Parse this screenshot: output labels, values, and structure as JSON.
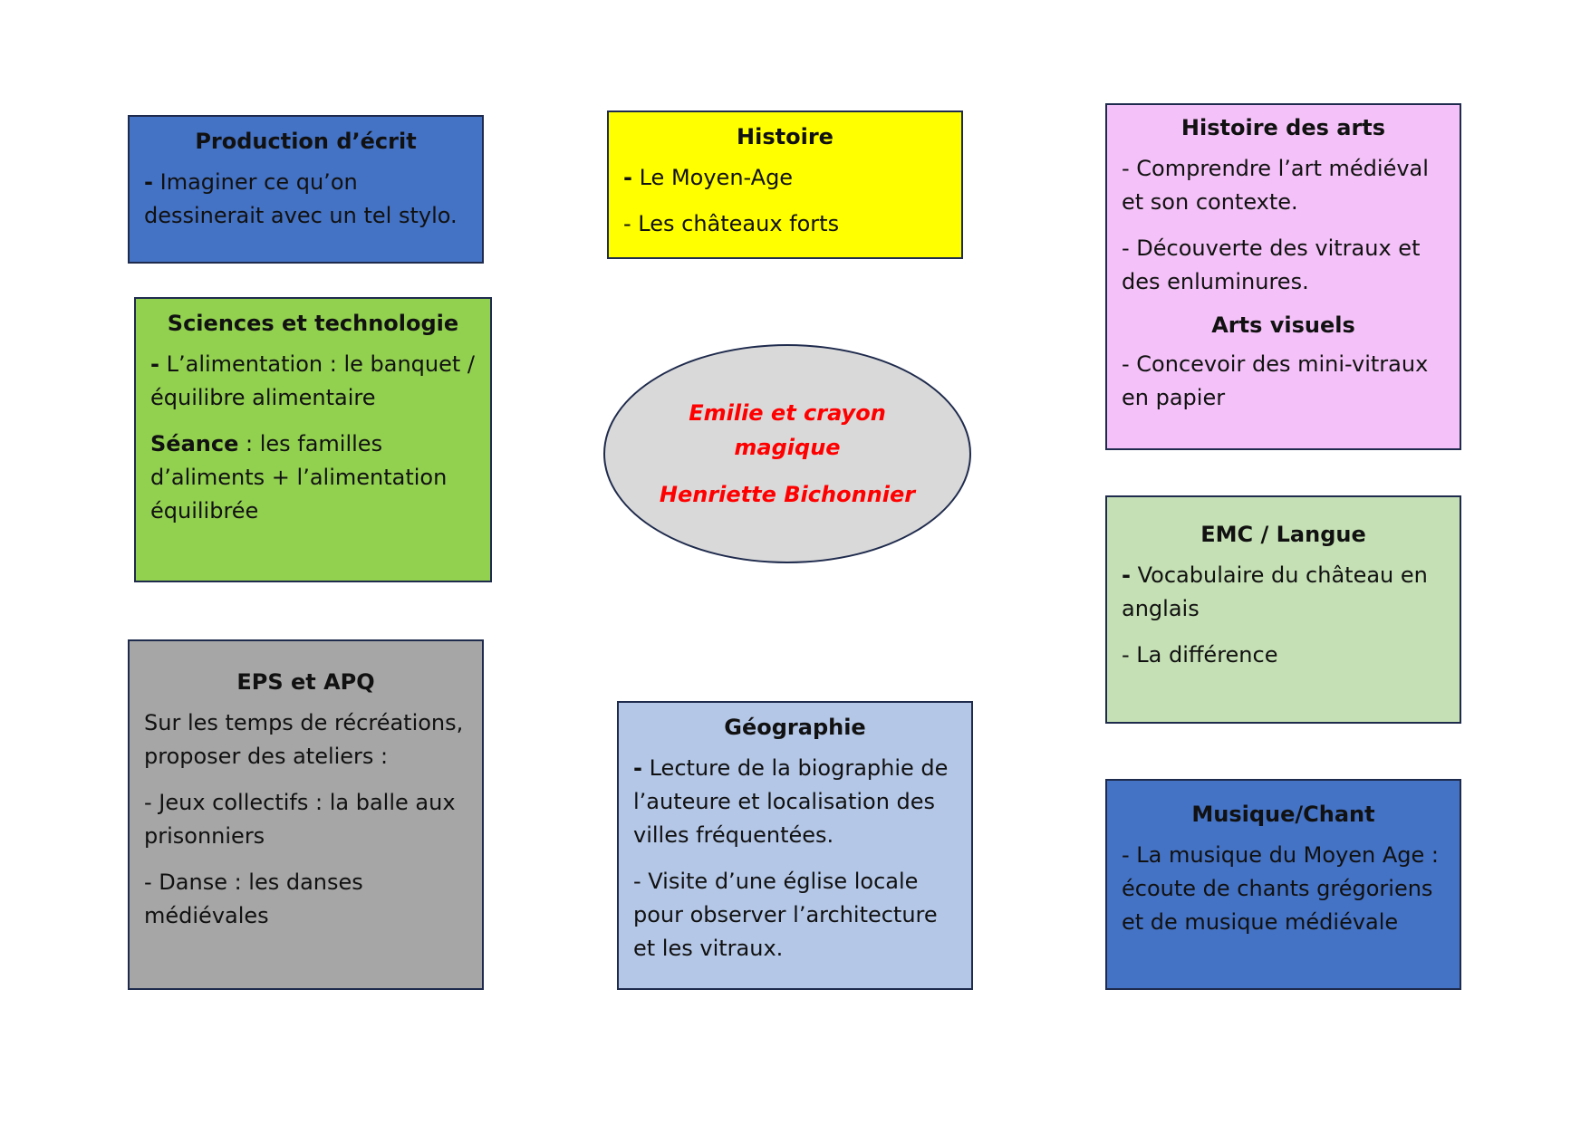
{
  "center": {
    "title": "Emilie et crayon magique",
    "author": "Henriette Bichonnier"
  },
  "colors": {
    "production": "#4472c4",
    "histoire": "#ffff00",
    "arts": "#f4c2f8",
    "sciences": "#92d050",
    "emc": "#c5e0b4",
    "eps": "#a6a6a6",
    "geo": "#b4c7e7",
    "musique": "#4472c4",
    "center": "#d9d9d9",
    "center_text": "#ff0000"
  },
  "production": {
    "title": "Production d’écrit",
    "dash": "-",
    "item1": "Imaginer ce qu’on dessinerait avec un tel stylo."
  },
  "histoire": {
    "title": "Histoire",
    "dash": "-",
    "item1": "Le Moyen-Age",
    "item2": "- Les châteaux forts"
  },
  "arts": {
    "title": "Histoire des arts",
    "item1": "- Comprendre l’art médiéval et son contexte.",
    "item2": "- Découverte des vitraux et des enluminures.",
    "subtitle": "Arts visuels",
    "item3": "- Concevoir des mini-vitraux en papier"
  },
  "sciences": {
    "title": "Sciences et technologie",
    "dash": "-",
    "item1": "L’alimentation : le banquet / équilibre alimentaire",
    "seance_label": "Séance",
    "seance_text": " : les familles d’aliments + l’alimentation équilibrée"
  },
  "emc": {
    "title": "EMC / Langue",
    "dash": "-",
    "item1": "Vocabulaire du château en anglais",
    "item2": "- La différence"
  },
  "eps": {
    "title": "EPS et APQ",
    "intro": "Sur les temps de récréations, proposer des ateliers :",
    "item1": "- Jeux collectifs : la balle aux prisonniers",
    "item2": "- Danse : les danses médiévales"
  },
  "geo": {
    "title": "Géographie",
    "dash": "-",
    "item1": "Lecture de la biographie de l’auteure et localisation des villes fréquentées.",
    "item2": "- Visite d’une église locale pour observer l’architecture et les vitraux."
  },
  "musique": {
    "title": "Musique/Chant",
    "item1": "- La musique du Moyen Age : écoute de chants grégoriens et de musique médiévale"
  }
}
